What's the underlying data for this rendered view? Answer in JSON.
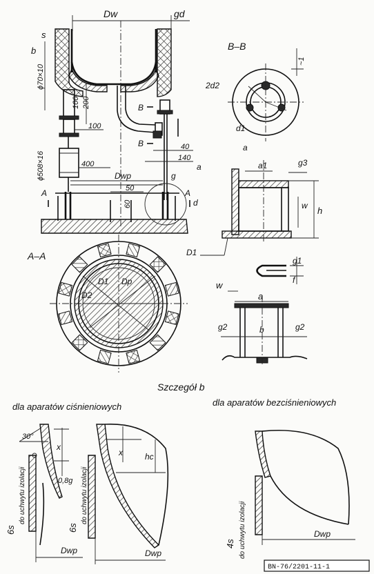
{
  "top_view": {
    "Dw": "Dw",
    "gd": "gd",
    "s": "s",
    "b": "b",
    "phi70x10": "ϕ70×10",
    "dim100a": "100",
    "dim200": "200",
    "dim100b": "100",
    "phi508x16": "ϕ508×16",
    "dim400": "400",
    "Dwp": "Dwp",
    "g": "g",
    "a": "a",
    "dim50": "50",
    "dim60": "60",
    "A_left": "A",
    "A_right": "A",
    "d": "d",
    "B1": "B",
    "B2": "B",
    "dim40": "40",
    "dim140": "140"
  },
  "section_BB": {
    "title": "B–B",
    "d2": "2d2",
    "d1": "d1",
    "approx": "~1",
    "a": "a"
  },
  "detail_a": {
    "a1": "a1",
    "g3": "g3",
    "w": "w",
    "h": "h",
    "D1": "D1",
    "g1": "g1",
    "f": "f"
  },
  "detail_w": {
    "w": "w",
    "a": "a",
    "g2_left": "g2",
    "b": "b",
    "g2_right": "g2"
  },
  "section_AA": {
    "title": "A–A",
    "D1": "D1",
    "Dp": "Dp",
    "D2": "D2"
  },
  "detail_b": {
    "title": "Szczegół b",
    "caption_left": "dla aparatów ciśnieniowych",
    "caption_right": "dla aparatów bezciśnieniowych",
    "angle": "30°",
    "x1": "x",
    "g08": "0,8g",
    "x2": "x",
    "hc": "hc",
    "left_6s": "6s",
    "left_note": "do uchwytu izolacji",
    "mid_6s": "6s",
    "mid_note": "do uchwytu izolacji",
    "right_4s": "4s",
    "right_note": "do uchwytu izolacji",
    "Dwp1": "Dwp",
    "Dwp2": "Dwp",
    "Dwp3": "Dwp"
  },
  "stamp": "BN-76/2201-11-1"
}
